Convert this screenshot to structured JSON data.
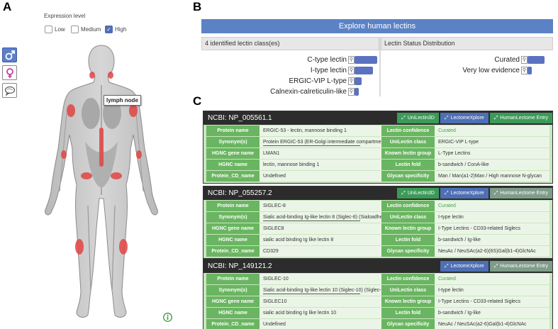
{
  "panel_letters": {
    "a": "A",
    "b": "B",
    "c": "C"
  },
  "panel_a": {
    "expression_title": "Expression level",
    "options": [
      {
        "label": "Low",
        "checked": false
      },
      {
        "label": "Medium",
        "checked": false
      },
      {
        "label": "High",
        "checked": true
      }
    ],
    "side_buttons": [
      "male-icon",
      "female-icon",
      "speech-bubble-icon"
    ],
    "tooltip": "lymph node",
    "info_icon": "info-icon"
  },
  "panel_b": {
    "header": "Explore human lectins",
    "left_title": "4 identified lectin class(es)",
    "right_title": "Lectin Status Distribution",
    "classes": [
      {
        "label": "C-type lectin",
        "value": 100
      },
      {
        "label": "I-type lectin",
        "value": 80
      },
      {
        "label": "ERGIC-VIP L-type",
        "value": 30
      },
      {
        "label": "Calnexin-calreticulin-like",
        "value": 20
      }
    ],
    "status": [
      {
        "label": "Curated",
        "value": 100
      },
      {
        "label": "Very low evidence",
        "value": 25
      }
    ]
  },
  "panel_c": {
    "cards": [
      {
        "title": "NCBI: NP_005561.1",
        "buttons": [
          {
            "label": "UniLectin3D",
            "style": "green"
          },
          {
            "label": "LectomeXplore",
            "style": "blue"
          },
          {
            "label": "HumanLectome Entry",
            "style": "green"
          }
        ],
        "rows": [
          {
            "l1": "Protein name",
            "v1": "ERGIC-53 - lectin, mannose binding 1",
            "l2": "Lectin confidence",
            "v2": "Curated"
          },
          {
            "l1": "Synonym(s)",
            "v1": "Protein ERGIC-53 (ER-Golgi intermediate compartmen",
            "l2": "UniLectin class",
            "v2": "ERGIC-VIP L-type"
          },
          {
            "l1": "HGNC gene name",
            "v1": "LMAN1",
            "l2": "Known lectin group",
            "v2": "L-Type Lectins"
          },
          {
            "l1": "HGNC name",
            "v1": "lectin, mannose binding 1",
            "l2": "Lectin fold",
            "v2": "b-sandwich / ConA-like"
          },
          {
            "l1": "Protein_CD_name",
            "v1": "Undefined",
            "l2": "Glycan specificity",
            "v2": "Man / Man(a1-2)Man / High mannose N-glycan"
          }
        ]
      },
      {
        "title": "NCBI: NP_055257.2",
        "buttons": [
          {
            "label": "UniLectin3D",
            "style": "green"
          },
          {
            "label": "LectomeXplore",
            "style": "blue"
          },
          {
            "label": "HumanLectome Entry",
            "style": "grey"
          }
        ],
        "rows": [
          {
            "l1": "Protein name",
            "v1": "SIGLEC-8",
            "l2": "Lectin confidence",
            "v2": "Curated"
          },
          {
            "l1": "Synonym(s)",
            "v1": "Sialic acid-binding Ig-like lectin 8 (Siglec-8) (Sialoadhe",
            "l2": "UniLectin class",
            "v2": "I-type lectin"
          },
          {
            "l1": "HGNC gene name",
            "v1": "SIGLEC8",
            "l2": "Known lectin group",
            "v2": "I-Type Lectins - CD33-related Siglecs"
          },
          {
            "l1": "HGNC name",
            "v1": "sialic acid binding Ig like lectin 8",
            "l2": "Lectin fold",
            "v2": "b-sandwich / Ig-like"
          },
          {
            "l1": "Protein_CD_name",
            "v1": "CD329",
            "l2": "Glycan specificity",
            "v2": "NeuAc / NeuSAc(a2-6)(6S)Gal(b1-4)GlcNAc"
          }
        ]
      },
      {
        "title": "NCBI: NP_149121.2",
        "buttons": [
          {
            "label": "LectomeXplore",
            "style": "blue"
          },
          {
            "label": "HumanLectome Entry",
            "style": "grey"
          }
        ],
        "rows": [
          {
            "l1": "Protein name",
            "v1": "SIGLEC-10",
            "l2": "Lectin confidence",
            "v2": "Curated"
          },
          {
            "l1": "Synonym(s)",
            "v1": "Sialic acid-binding Ig-like lectin 10 (Siglec-10) (Siglec-l",
            "l2": "UniLectin class",
            "v2": "I-type lectin"
          },
          {
            "l1": "HGNC gene name",
            "v1": "SIGLEC10",
            "l2": "Known lectin group",
            "v2": "I-Type Lectins - CD33-related Siglecs"
          },
          {
            "l1": "HGNC name",
            "v1": "sialic acid binding Ig like lectin 10",
            "l2": "Lectin fold",
            "v2": "b-sandwich / Ig-like"
          },
          {
            "l1": "Protein_CD_name",
            "v1": "Undefined",
            "l2": "Glycan specificity",
            "v2": "NeuAc / NeuSAc(a2-6)Gal(b1-4)GlcNAc"
          }
        ]
      }
    ]
  },
  "colors": {
    "header_blue": "#5b82c5",
    "bar_blue": "#5b72c0",
    "label_green": "#6ab561",
    "curated_green": "#4aa24a",
    "highlight_red": "#e34444"
  }
}
